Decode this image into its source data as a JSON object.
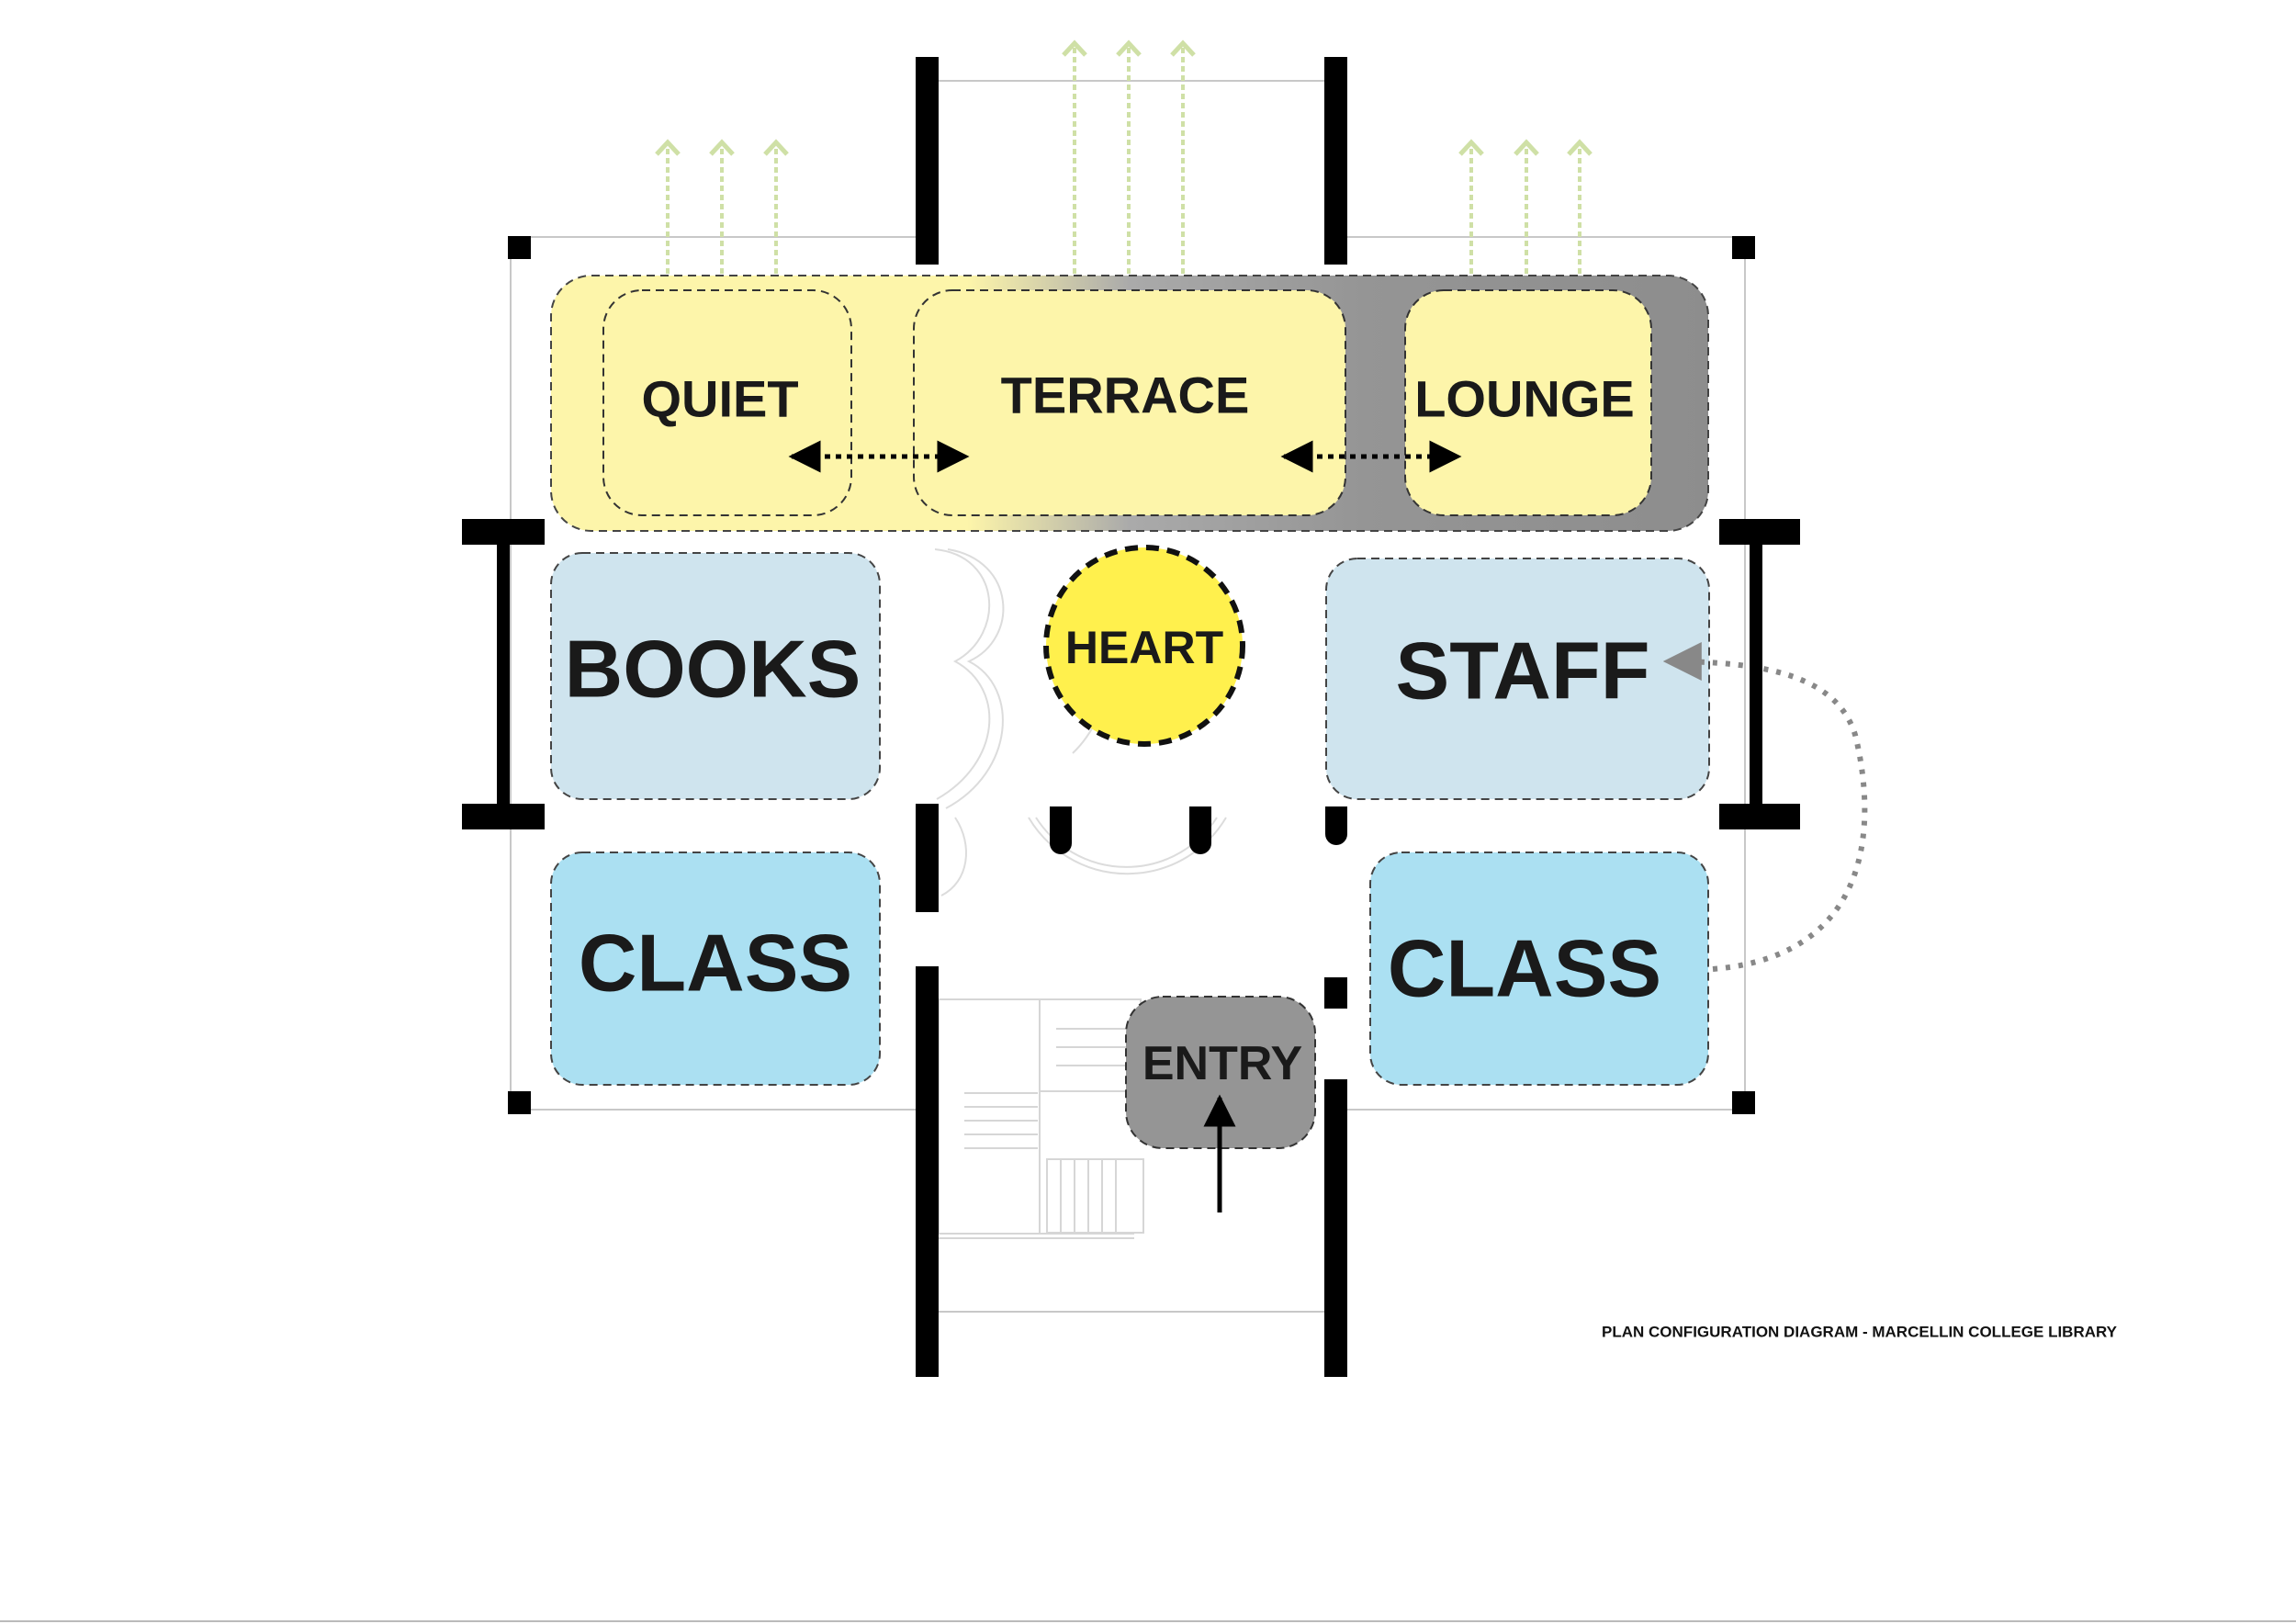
{
  "zones": {
    "quiet": "QUIET",
    "terrace": "TERRACE",
    "lounge": "LOUNGE",
    "books": "BOOKS",
    "heart": "HEART",
    "staff": "STAFF",
    "class_left": "CLASS",
    "class_right": "CLASS",
    "entry": "ENTRY"
  },
  "caption": "PLAN CONFIGURATION DIAGRAM - MARCELLIN COLLEGE LIBRARY",
  "colors": {
    "pale_yellow": "#fdf5aa",
    "light_blue": "#cfe4ee",
    "sky_blue": "#abe0f2",
    "gray": "#959595",
    "heart_yellow": "#fff04d",
    "arrow_green": "#cfe0a6",
    "wall": "#000000"
  }
}
